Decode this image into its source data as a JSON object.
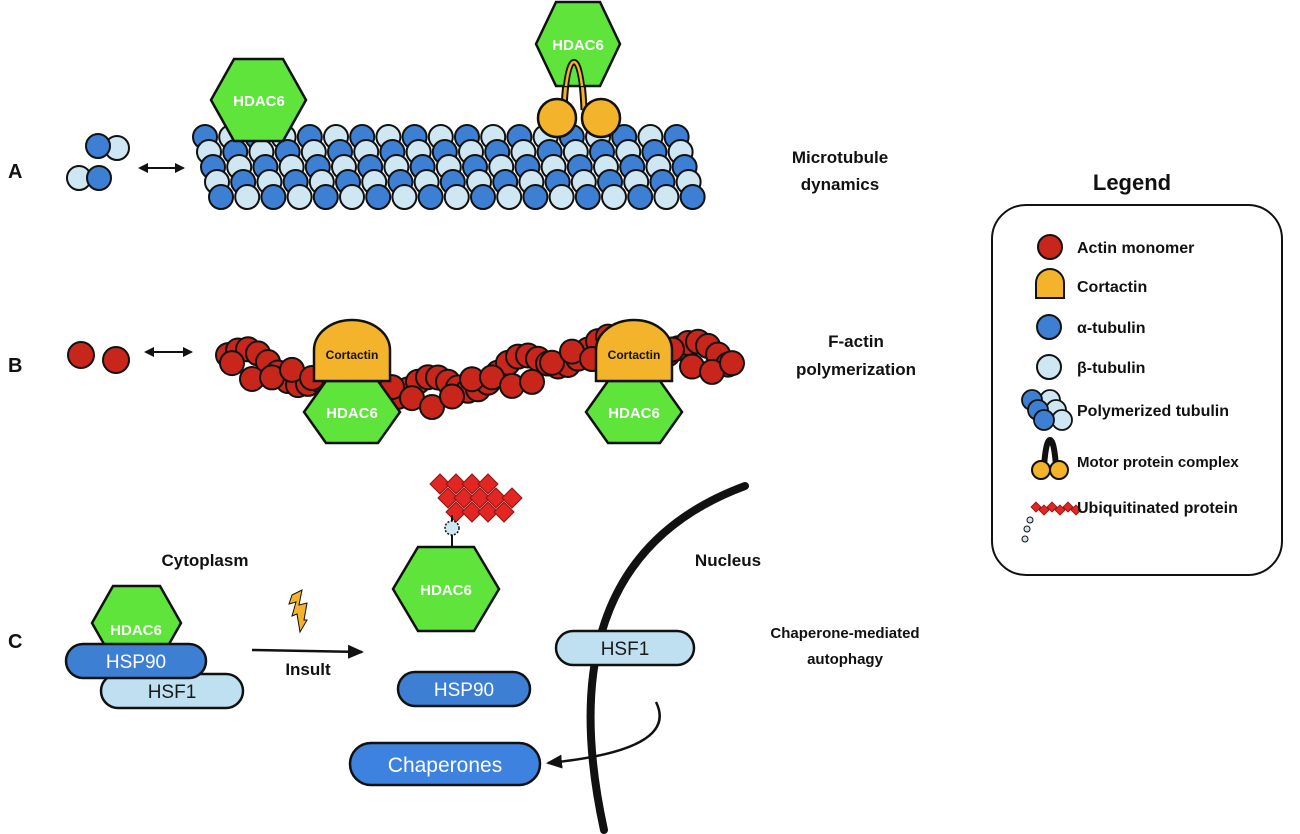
{
  "colors": {
    "hdac6": "#5ee43a",
    "cortactin": "#f3b32a",
    "actin": "#c8261b",
    "alpha_tubulin": "#3d7fd2",
    "beta_tubulin": "#cfe7f3",
    "hsp90": "#3d7fd2",
    "hsf1": "#bfe0f1",
    "chaperones": "#3d82de",
    "ubiquitin": "#e32623",
    "outline": "#111111"
  },
  "panels": {
    "a": {
      "letter": "A",
      "label_line1": "Microtubule",
      "label_line2": "dynamics",
      "hdac_label": "HDAC6"
    },
    "b": {
      "letter": "B",
      "label_line1": "F-actin",
      "label_line2": "polymerization",
      "hdac_label": "HDAC6",
      "cortactin_label": "Cortactin"
    },
    "c": {
      "letter": "C",
      "cytoplasm": "Cytoplasm",
      "nucleus": "Nucleus",
      "insult": "Insult",
      "hdac_label": "HDAC6",
      "hsp90": "HSP90",
      "hsf1": "HSF1",
      "chaperones": "Chaperones",
      "label_line1": "Chaperone-mediated",
      "label_line2": "autophagy"
    }
  },
  "legend": {
    "title": "Legend",
    "items": [
      {
        "key": "actin",
        "icon": "actin-monomer-icon",
        "label": "Actin monomer"
      },
      {
        "key": "cortactin",
        "icon": "cortactin-icon",
        "label": "Cortactin"
      },
      {
        "key": "alpha",
        "icon": "alpha-tubulin-icon",
        "label": "α-tubulin"
      },
      {
        "key": "beta",
        "icon": "beta-tubulin-icon",
        "label": "β-tubulin"
      },
      {
        "key": "poly",
        "icon": "polymerized-tubulin-icon",
        "label": "Polymerized tubulin"
      },
      {
        "key": "motor",
        "icon": "motor-protein-icon",
        "label": "Motor protein complex"
      },
      {
        "key": "ubiq",
        "icon": "ubiquitinated-protein-icon",
        "label": "Ubiquitinated protein"
      }
    ]
  }
}
